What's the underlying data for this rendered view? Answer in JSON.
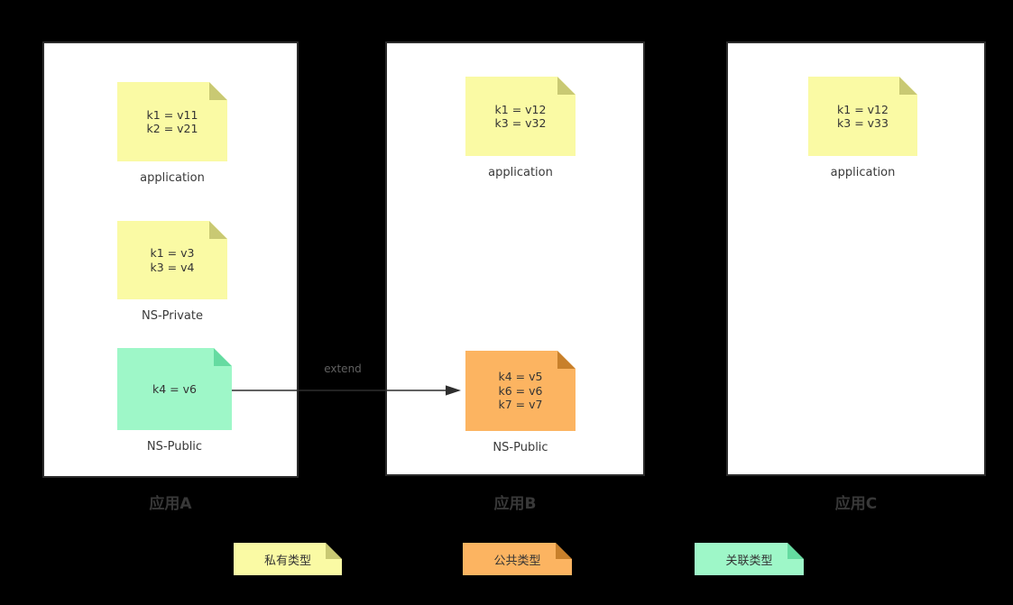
{
  "panels": [
    {
      "title": "应用A",
      "notes": [
        {
          "type": "private",
          "lines": [
            "k1 = v11",
            "k2 = v21"
          ],
          "label": "application"
        },
        {
          "type": "private",
          "lines": [
            "k1 = v3",
            "k3 = v4"
          ],
          "label": "NS-Private"
        },
        {
          "type": "association",
          "lines": [
            "k4 = v6"
          ],
          "label": "NS-Public"
        }
      ]
    },
    {
      "title": "应用B",
      "notes": [
        {
          "type": "private",
          "lines": [
            "k1 = v12",
            "k3 = v32"
          ],
          "label": "application"
        },
        {
          "type": "public",
          "lines": [
            "k4 = v5",
            "k6 = v6",
            "k7 = v7"
          ],
          "label": "NS-Public"
        }
      ]
    },
    {
      "title": "应用C",
      "notes": [
        {
          "type": "private",
          "lines": [
            "k1 = v12",
            "k3 = v33"
          ],
          "label": "application"
        }
      ]
    }
  ],
  "arrow": {
    "label": "extend",
    "from": "应用A NS-Public",
    "to": "应用B NS-Public"
  },
  "legend": [
    {
      "type": "private",
      "label": "私有类型"
    },
    {
      "type": "public",
      "label": "公共类型"
    },
    {
      "type": "association",
      "label": "关联类型"
    }
  ],
  "colors": {
    "background": "#000000",
    "panel_bg": "#FFFFFF",
    "panel_border": "#2B2B2B",
    "private_fill": "#FAFAA4",
    "private_fold": "#C9C973",
    "public_fill": "#FCB461",
    "public_fold": "#C8802B",
    "association_fill": "#9EF7C8",
    "association_fold": "#65DBA1",
    "note_text": "#343434",
    "title_text": "#383838",
    "arrow_line": "#2E2E2E",
    "arrow_label_text": "#606060"
  }
}
